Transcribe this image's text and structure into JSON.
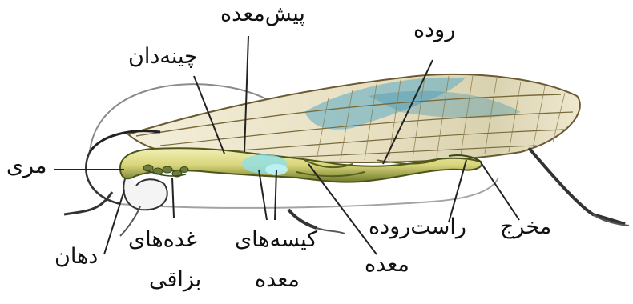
{
  "labels": {
    "foregut": "پیش‌معده",
    "intestine": "روده",
    "crop": "چینه‌دان",
    "esophagus": "مری",
    "mouth": "دهان",
    "salivary_line1": "غده‌های",
    "salivary_line2": "بزاقی",
    "gastric_line1": "کیسه‌های",
    "gastric_line2": "معده",
    "stomach": "معده",
    "rectum": "راست‌روده",
    "anus": "مخرج"
  },
  "colors": {
    "outline": "#222222",
    "wing_vein": "#7a6a3a",
    "wing_fill": "#e9e2c4",
    "wing_blue": "#3a8fb0",
    "gut_light": "#e8e39a",
    "gut_dark": "#6f7a2a",
    "gastric_cyan": "#8fe0e8",
    "pointer": "#222222"
  }
}
